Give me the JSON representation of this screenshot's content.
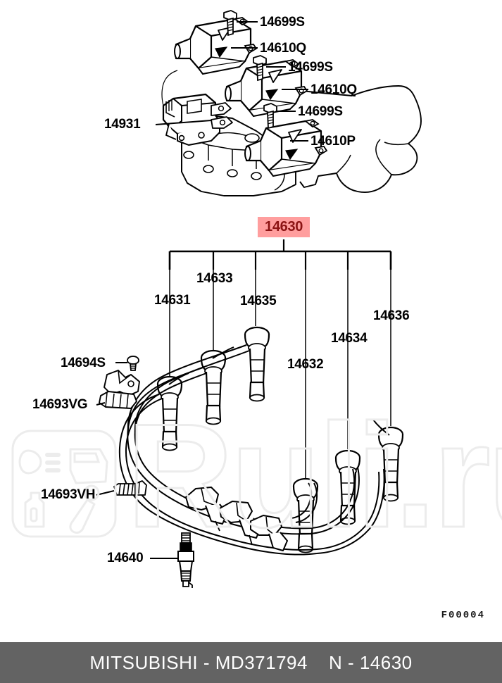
{
  "footer": {
    "brand": "MITSUBISHI - MD371794",
    "reference": "N - 14630"
  },
  "drawing": {
    "id": "F00004"
  },
  "group_label": {
    "number": "14630",
    "background_color": "#ff9e9e",
    "text_color": "#8c1414"
  },
  "watermark": {
    "text": "Ruli.ru",
    "color": "#ececec",
    "icons": [
      "headlight-icon",
      "car-door-icon",
      "oil-bottle-icon",
      "shock-absorber-icon"
    ]
  },
  "callouts": [
    {
      "id": "c1",
      "number": "14699S",
      "group": "ignition-coil-bolt"
    },
    {
      "id": "c2",
      "number": "14610Q",
      "group": "ignition-coil"
    },
    {
      "id": "c3",
      "number": "14699S",
      "group": "ignition-coil-bolt"
    },
    {
      "id": "c4",
      "number": "14610Q",
      "group": "ignition-coil"
    },
    {
      "id": "c5",
      "number": "14699S",
      "group": "ignition-coil-bolt"
    },
    {
      "id": "c6",
      "number": "14610P",
      "group": "ignition-coil"
    },
    {
      "id": "c7",
      "number": "14931",
      "group": "coil-bracket"
    },
    {
      "id": "c8",
      "number": "14631",
      "group": "spark-plug-cable"
    },
    {
      "id": "c9",
      "number": "14633",
      "group": "spark-plug-cable"
    },
    {
      "id": "c10",
      "number": "14635",
      "group": "spark-plug-cable"
    },
    {
      "id": "c11",
      "number": "14632",
      "group": "spark-plug-cable"
    },
    {
      "id": "c12",
      "number": "14634",
      "group": "spark-plug-cable"
    },
    {
      "id": "c13",
      "number": "14636",
      "group": "spark-plug-cable"
    },
    {
      "id": "c14",
      "number": "14694S",
      "group": "cable-clamp-screw"
    },
    {
      "id": "c15",
      "number": "14693VG",
      "group": "cable-clamp"
    },
    {
      "id": "c16",
      "number": "14693VH",
      "group": "cable-clamp"
    },
    {
      "id": "c17",
      "number": "14640",
      "group": "spark-plug"
    }
  ]
}
